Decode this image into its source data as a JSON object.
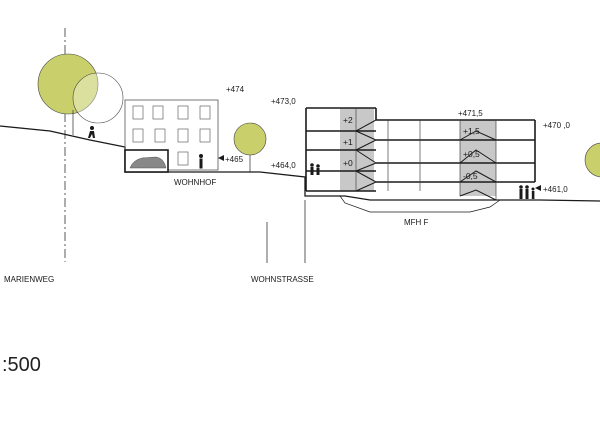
{
  "section": {
    "elevations": {
      "e474": "+474",
      "e473": "+473,0",
      "e4715": "+471,5",
      "e470": "+470 ,0",
      "e465": "+465",
      "e464": "+464,0",
      "e461": "+461,0"
    },
    "floors": {
      "f2": "+2",
      "f1": "+1",
      "f0": "+0",
      "f15": "+1,5",
      "f05": "+0,5",
      "fm05": "-0,5"
    },
    "labels": {
      "wohnhof": "WOHNHOF",
      "mfh": "MFH F",
      "marienweg": "MARIENWEG",
      "wohnstrasse": "WOHNSTRASSE"
    },
    "scale": ":500"
  },
  "colors": {
    "tree_fill": "#c9cf6a",
    "core_fill": "#c8c8c8",
    "line": "#1a1a1a"
  }
}
